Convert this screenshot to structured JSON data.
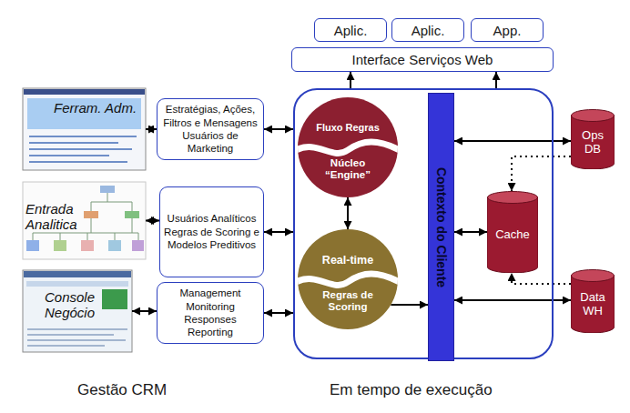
{
  "diagram": {
    "nodes": [
      {
        "text": [
          "Aplic."
        ]
      },
      {
        "text": [
          "Aplic."
        ]
      },
      {
        "text": [
          "App."
        ]
      },
      {
        "text": [
          "Interface Serviços Web"
        ]
      },
      {
        "text": [
          "Ferram. Adm."
        ]
      },
      {
        "text": [
          "Estratégias, Ações, Filtros e Mensagens Usuários de Marketing"
        ]
      },
      {
        "text": [
          "Entrada Analitica"
        ]
      },
      {
        "text": [
          "Usuários Analíticos Regras de Scoring e Modelos Preditivos"
        ]
      },
      {
        "text": [
          "Console Negócio"
        ]
      },
      {
        "text": [
          "Management Monitoring Responses Reporting"
        ]
      },
      {
        "text": [
          "Em tempo de execução"
        ]
      },
      {
        "text": [
          "Fluxo Regras",
          "Núcleo “Engine”"
        ],
        "in": 10
      },
      {
        "text": [
          "Real-time",
          "Regras de Scoring"
        ],
        "in": 10
      },
      {
        "text": [
          "Contexto do Cliente"
        ],
        "in": 10
      },
      {
        "text": [
          "Ops DB"
        ]
      },
      {
        "text": [
          "Cache"
        ]
      },
      {
        "text": [
          "Data WH"
        ]
      }
    ],
    "edges": [
      {
        "from": 10,
        "to": 3,
        "arrow": "to"
      },
      {
        "from": 10,
        "to": 3,
        "arrow": "to"
      },
      {
        "from": 4,
        "to": 5,
        "arrow": "both"
      },
      {
        "from": 5,
        "to": 10,
        "arrow": "both"
      },
      {
        "from": 6,
        "to": 7,
        "arrow": "both"
      },
      {
        "from": 7,
        "to": 10,
        "arrow": "both"
      },
      {
        "from": 8,
        "to": 9,
        "arrow": "both"
      },
      {
        "from": 9,
        "to": 10,
        "arrow": "both"
      },
      {
        "from": 11,
        "to": 12,
        "arrow": "both"
      },
      {
        "from": 12,
        "to": 13,
        "arrow": "to"
      },
      {
        "from": 13,
        "to": 14,
        "arrow": "both"
      },
      {
        "from": 13,
        "to": 15,
        "arrow": "both"
      },
      {
        "from": 13,
        "to": 16,
        "arrow": "both"
      },
      {
        "from": 14,
        "to": 15,
        "arrow": "to"
      },
      {
        "from": 16,
        "to": 15,
        "arrow": "to"
      }
    ],
    "labels": [
      "Gestão CRM"
    ]
  }
}
